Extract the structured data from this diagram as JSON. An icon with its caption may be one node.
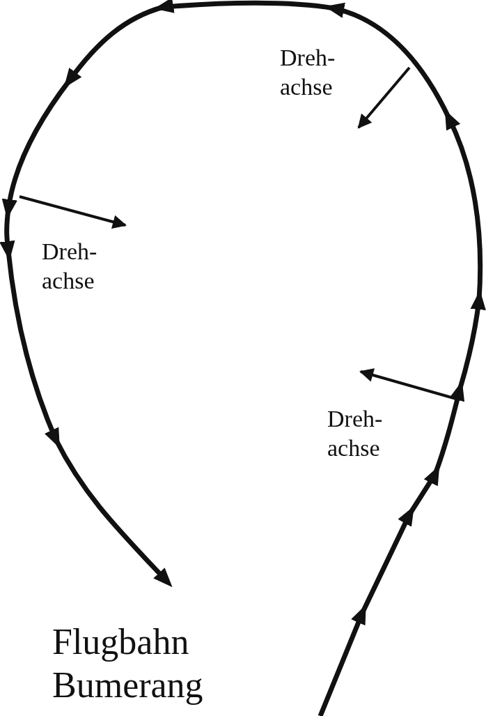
{
  "diagram": {
    "caption": "Flugbahn Bumerang",
    "labels": [
      "Dreh- achse",
      "Dreh- achse",
      "Dreh- achse"
    ]
  }
}
